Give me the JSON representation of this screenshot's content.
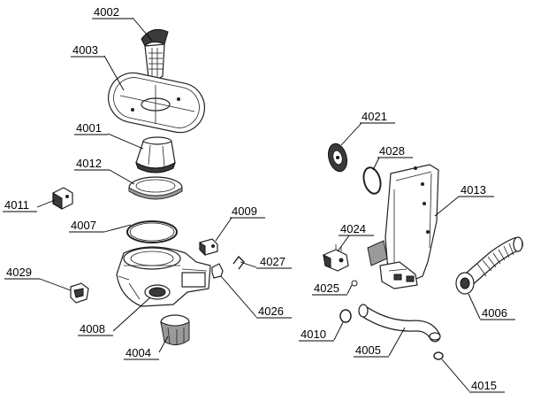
{
  "diagram": {
    "parts": [
      {
        "id": "p4002",
        "number": "4002"
      },
      {
        "id": "p4003",
        "number": "4003"
      },
      {
        "id": "p4001",
        "number": "4001"
      },
      {
        "id": "p4012",
        "number": "4012"
      },
      {
        "id": "p4011",
        "number": "4011"
      },
      {
        "id": "p4007",
        "number": "4007"
      },
      {
        "id": "p4009",
        "number": "4009"
      },
      {
        "id": "p4027",
        "number": "4027"
      },
      {
        "id": "p4029",
        "number": "4029"
      },
      {
        "id": "p4008",
        "number": "4008"
      },
      {
        "id": "p4026",
        "number": "4026"
      },
      {
        "id": "p4004",
        "number": "4004"
      },
      {
        "id": "p4021",
        "number": "4021"
      },
      {
        "id": "p4028",
        "number": "4028"
      },
      {
        "id": "p4013",
        "number": "4013"
      },
      {
        "id": "p4024",
        "number": "4024"
      },
      {
        "id": "p4025",
        "number": "4025"
      },
      {
        "id": "p4006",
        "number": "4006"
      },
      {
        "id": "p4010",
        "number": "4010"
      },
      {
        "id": "p4005",
        "number": "4005"
      },
      {
        "id": "p4015",
        "number": "4015"
      }
    ]
  }
}
